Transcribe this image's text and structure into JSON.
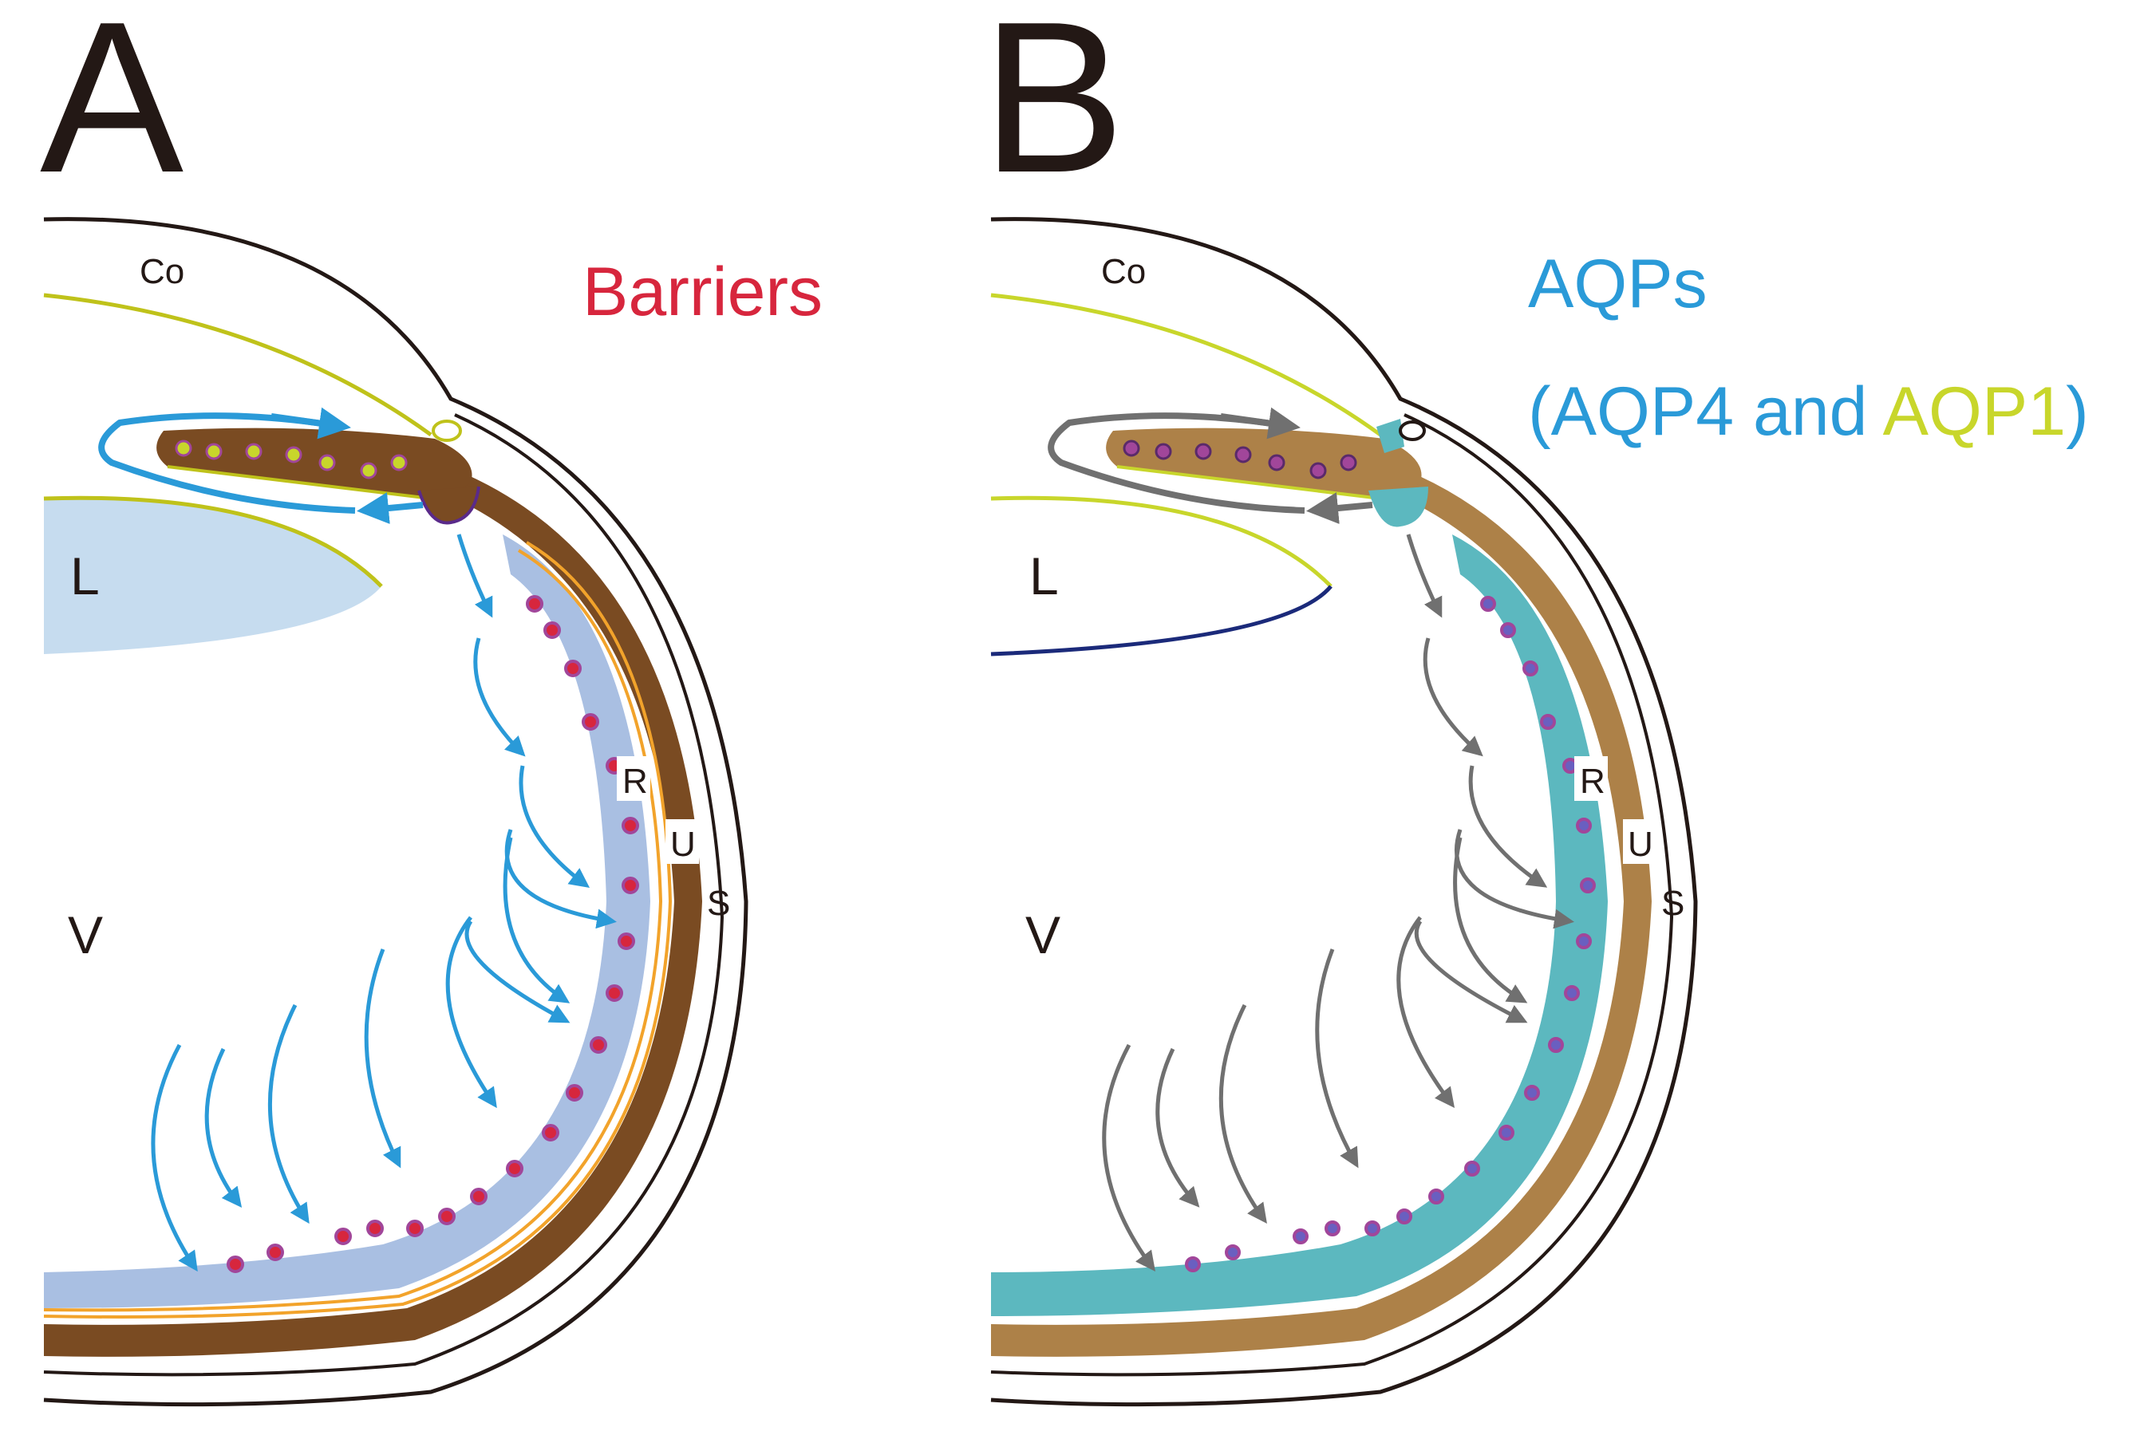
{
  "panels": [
    {
      "letter": "A",
      "title_parts": [
        {
          "text": "Barriers",
          "color": "#d7263d"
        }
      ],
      "labels": {
        "co": "Co",
        "l": "L",
        "v": "V",
        "r": "R",
        "u": "U",
        "s": "S"
      }
    },
    {
      "letter": "B",
      "title_line1_parts": [
        {
          "text": "AQPs",
          "color": "#2a9ad8"
        }
      ],
      "title_line2_parts": [
        {
          "text": "(AQP4 and ",
          "color": "#2a9ad8"
        },
        {
          "text": "AQP1",
          "color": "#c8d62b"
        },
        {
          "text": ")",
          "color": "#2a9ad8"
        }
      ],
      "labels": {
        "co": "Co",
        "l": "L",
        "v": "V",
        "r": "R",
        "u": "U",
        "s": "S"
      }
    }
  ],
  "colors": {
    "outline": "#231815",
    "yellow_line": "#bfc21a",
    "ciliary_brown_dark": "#7a4b22",
    "ciliary_brown_light": "#ad8148",
    "retina_a": "#a9bfe2",
    "retina_b": "#5cb8bf",
    "lens_fill": "#c6dcef",
    "lens_line_b": "#1b2a7a",
    "flow_a": "#2a9ad8",
    "flow_b": "#707070",
    "barrier_dot_fill": "#d7263d",
    "barrier_dot_ring": "#a1469a",
    "orange_line": "#f2a32b"
  }
}
